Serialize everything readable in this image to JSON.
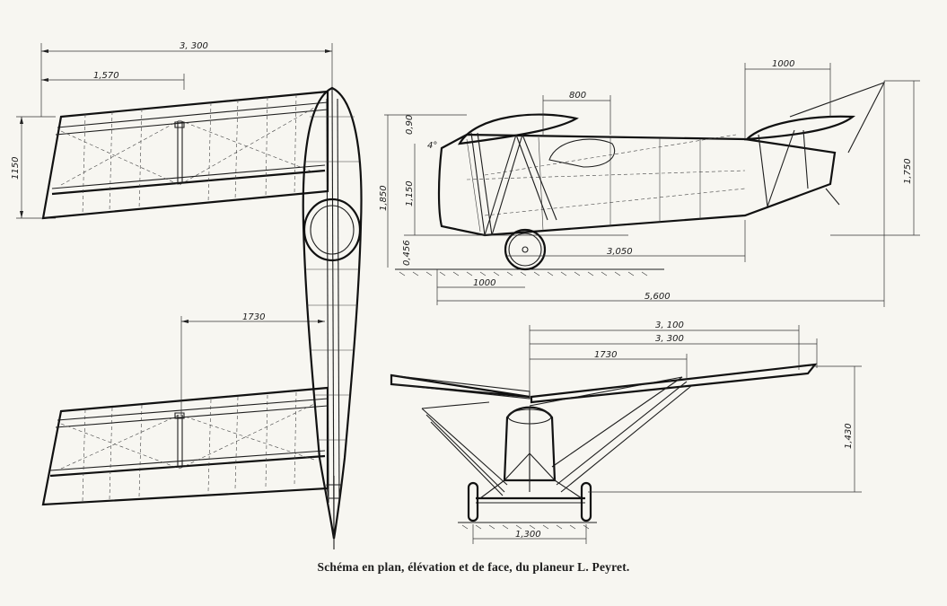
{
  "caption": "Schéma en plan, élévation et de face, du planeur L. Peyret.",
  "plan_view": {
    "dim_span": "3, 300",
    "dim_chord_offset": "1,570",
    "dim_chord": "1150",
    "dim_wing_gap": "1730"
  },
  "side_view": {
    "dim_top": "800",
    "dim_rear": "1000",
    "dim_total_height": "1,850",
    "dim_fuselage_height": "1,150",
    "dim_small_top": "0,90",
    "dim_angle": "4°",
    "dim_ground": "0,456",
    "dim_wheelbase": "3,050",
    "dim_front": "1000",
    "dim_length": "5,600",
    "dim_tail_height": "1,750"
  },
  "front_view": {
    "dim_span_a": "3, 100",
    "dim_span_b": "3, 300",
    "dim_half": "1730",
    "dim_height": "1,430",
    "dim_track": "1,300"
  }
}
